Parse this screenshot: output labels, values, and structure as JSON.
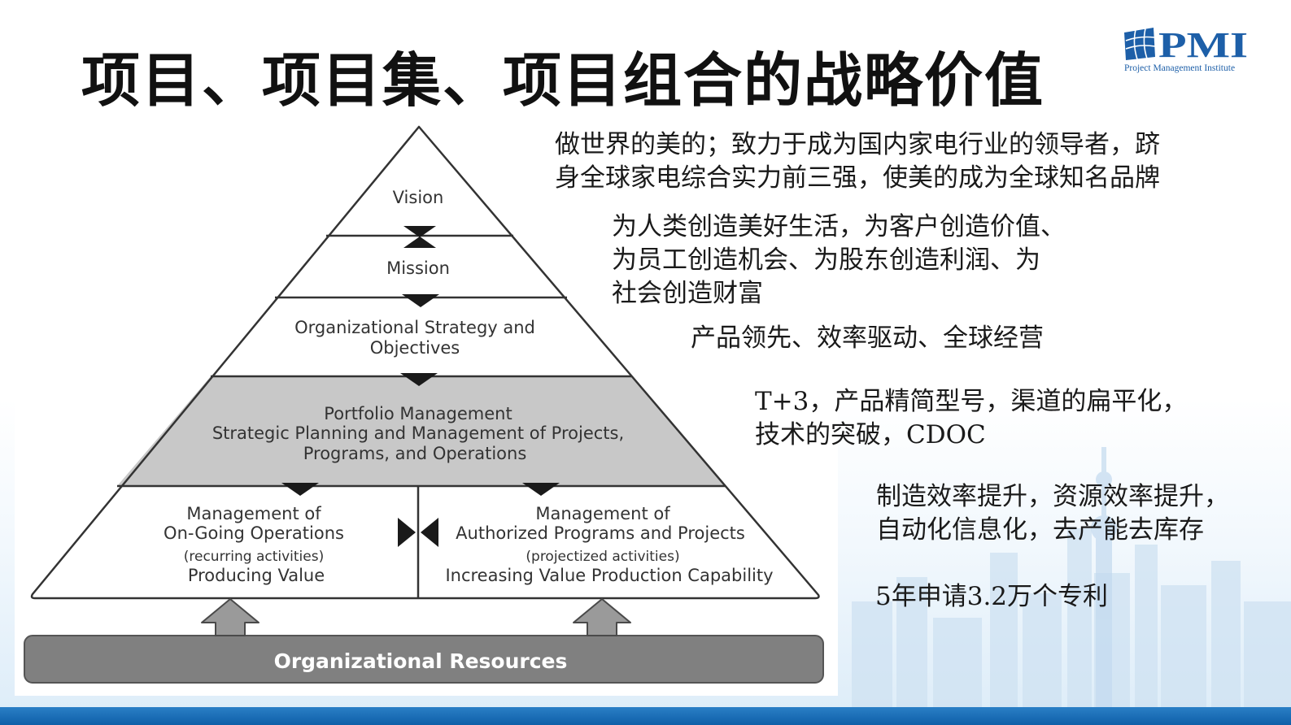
{
  "title": "项目、项目集、项目组合的战略价值",
  "logo": {
    "mark": "PMI",
    "caption": "Project Management Institute",
    "icon": "globe-icon"
  },
  "colors": {
    "brand_blue": "#1d5fa8",
    "portfolio_gray": "#c8c8c8",
    "resources_gray": "#808080",
    "arrow_dark": "#1a1a1a"
  },
  "pyramid": {
    "vision": "Vision",
    "mission": "Mission",
    "strategy": [
      "Organizational Strategy and",
      "Objectives"
    ],
    "portfolio": [
      "Portfolio Management",
      "Strategic Planning and Management of Projects,",
      "Programs, and Operations"
    ],
    "operations": [
      "Management of",
      "On-Going Operations",
      "(recurring activities)",
      "Producing Value"
    ],
    "programs": [
      "Management of",
      "Authorized Programs and Projects",
      "(projectized activities)",
      "Increasing Value Production Capability"
    ],
    "resources": "Organizational Resources"
  },
  "annotations": {
    "vision": "做世界的美的；致力于成为国内家电行业的领导者，跻\n身全球家电综合实力前三强，使美的成为全球知名品牌",
    "mission": "为人类创造美好生活，为客户创造价值、\n为员工创造机会、为股东创造利润、为\n社会创造财富",
    "strategy": "产品领先、效率驱动、全球经营",
    "portfolio": "T+3，产品精简型号，渠道的扁平化，\n技术的突破，CDOC",
    "operations": "制造效率提升，资源效率提升，\n自动化信息化，去产能去库存",
    "projects": "5年申请3.2万个专利"
  }
}
